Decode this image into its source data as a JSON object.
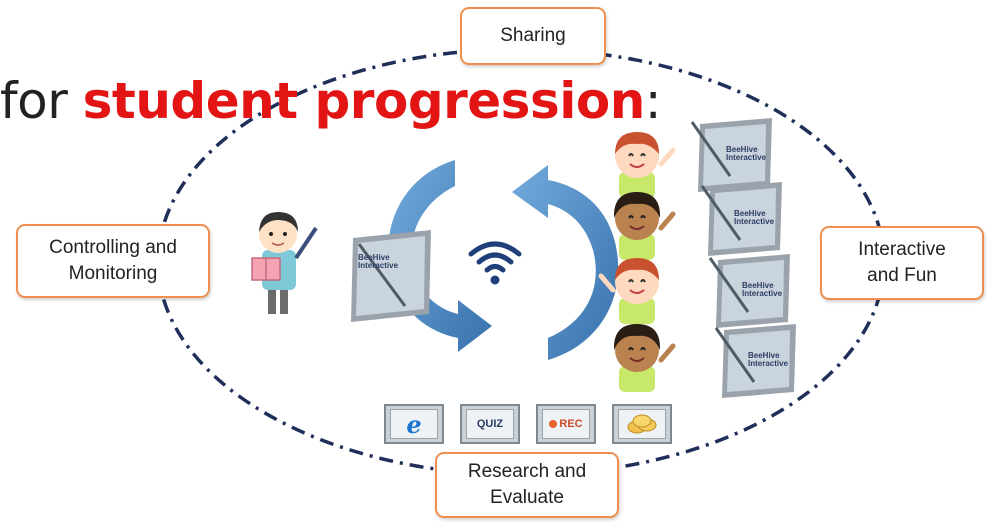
{
  "title": {
    "prefix": "for ",
    "highlight": "student progression",
    "suffix": ":"
  },
  "nodes": {
    "sharing": "Sharing",
    "controlling": "Controlling and\nMonitoring",
    "interactive": "Interactive\nand Fun",
    "research": "Research and\nEvaluate"
  },
  "tablet_label": "BeeHive\nInteractive",
  "tools": [
    {
      "icon": "internet-explorer-icon",
      "label": "e"
    },
    {
      "icon": "quiz-icon",
      "label": "QUIZ"
    },
    {
      "icon": "record-icon",
      "label": "REC"
    },
    {
      "icon": "coins-icon",
      "label": ""
    }
  ],
  "colors": {
    "highlight": "#e31414",
    "node_border": "#ef8f4e",
    "cycle_arrow": "#3f7fbf",
    "dashed_ellipse": "#1f2f5a",
    "wifi": "#1f3f7a"
  }
}
